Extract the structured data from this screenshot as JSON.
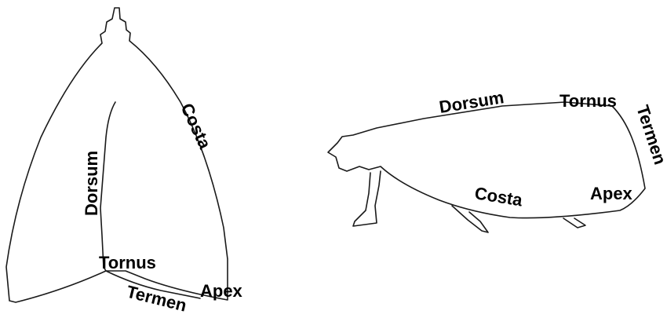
{
  "left_figure": {
    "labels": {
      "costa": "Costa",
      "dorsum": "Dorsum",
      "tornus": "Tornus",
      "termen": "Termen",
      "apex": "Apex"
    }
  },
  "right_figure": {
    "labels": {
      "dorsum": "Dorsum",
      "tornus": "Tornus",
      "termen": "Termen",
      "costa": "Costa",
      "apex": "Apex"
    }
  },
  "colors": {
    "background": "#ffffff",
    "outline": "#1a1a1a",
    "label": "#000000"
  }
}
